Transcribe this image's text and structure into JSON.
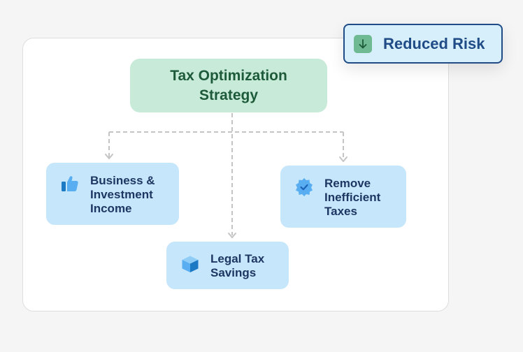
{
  "diagram": {
    "root": {
      "label": "Tax Optimization\nStrategy"
    },
    "nodes": [
      {
        "id": "business",
        "label": "Business &\nInvestment\nIncome",
        "icon": "thumbs-up-icon"
      },
      {
        "id": "legal",
        "label": "Legal Tax\nSavings",
        "icon": "box-icon"
      },
      {
        "id": "remove",
        "label": "Remove\nInefficient\nTaxes",
        "icon": "verified-badge-icon"
      }
    ]
  },
  "badge": {
    "label": "Reduced Risk",
    "icon": "arrow-down-icon"
  },
  "colors": {
    "root_fill": "#c8ead8",
    "root_text": "#1d5a3a",
    "node_fill": "#c6e6fb",
    "node_text": "#1e3662",
    "badge_fill": "#d7eefb",
    "badge_border": "#1f4b86",
    "badge_icon_fill": "#6fba93",
    "connector": "#c4c4c4"
  }
}
